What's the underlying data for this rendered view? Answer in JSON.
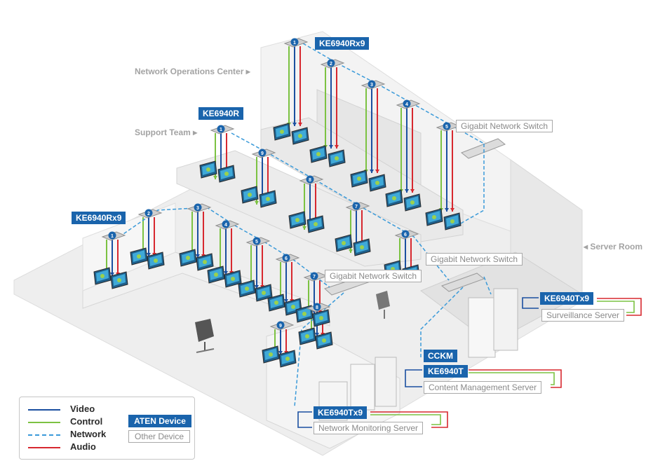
{
  "colors": {
    "video": "#1a4fa0",
    "control": "#7cc242",
    "network": "#3a9ad9",
    "audio": "#d7282f",
    "aten": "#1a64ac",
    "other": "#a9a9a9"
  },
  "zones": {
    "noc": "Network Operations Center",
    "support": "Support Team",
    "server_room": "Server Room"
  },
  "devices": {
    "noc_rx": "KE6940Rx9",
    "support_r": "KE6940R",
    "left_rx": "KE6940Rx9",
    "switch_top": "Gigabit Network Switch",
    "switch_mid": "Gigabit Network Switch",
    "switch_low": "Gigabit Network Switch",
    "tx_surv": "KE6940Tx9",
    "surv_server": "Surveillance Server",
    "cckm": "CCKM",
    "tx_content": "KE6940T",
    "content_server": "Content Management Server",
    "tx_netmon": "KE6940Tx9",
    "netmon_server": "Network Monitoring Server"
  },
  "badges": {
    "noc": [
      "1",
      "2",
      "3",
      "4",
      "5"
    ],
    "support": [
      "1",
      "9",
      "8",
      "7",
      "6"
    ],
    "left": [
      "1",
      "2",
      "3",
      "4",
      "5",
      "6",
      "7",
      "8",
      "9"
    ]
  },
  "legend": {
    "video": "Video",
    "control": "Control",
    "network": "Network",
    "audio": "Audio",
    "aten_device": "ATEN Device",
    "other_device": "Other Device"
  }
}
